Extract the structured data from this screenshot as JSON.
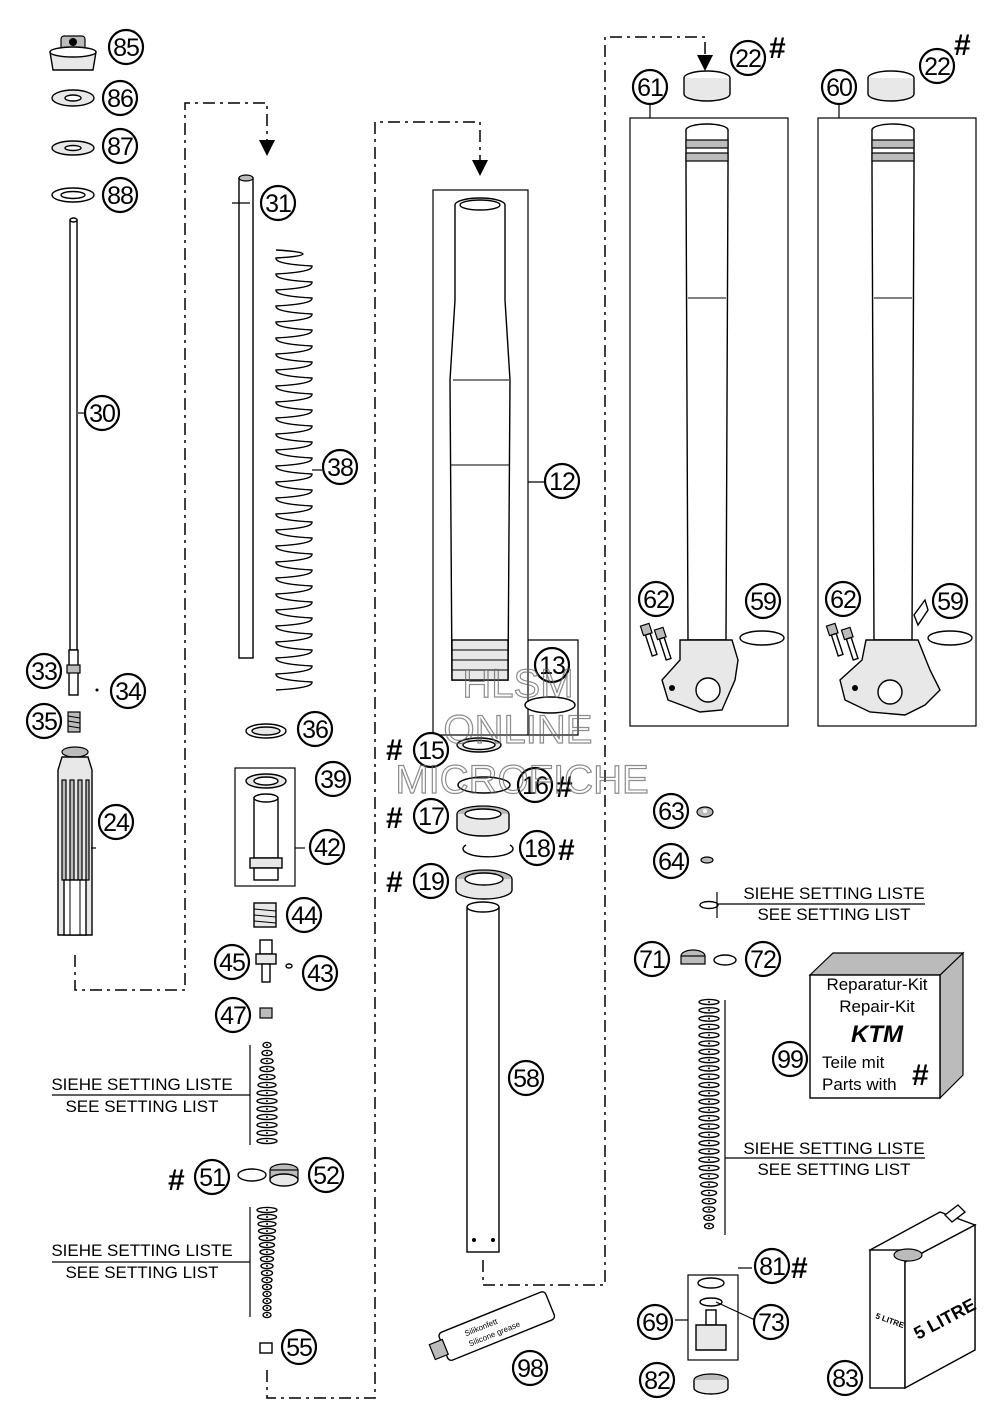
{
  "callouts": {
    "p85": "85",
    "p86": "86",
    "p87": "87",
    "p88": "88",
    "p30": "30",
    "p33": "33",
    "p34": "34",
    "p35": "35",
    "p24": "24",
    "p31": "31",
    "p38": "38",
    "p36": "36",
    "p39": "39",
    "p42": "42",
    "p44": "44",
    "p45": "45",
    "p43": "43",
    "p47": "47",
    "p51": "51",
    "p52": "52",
    "p55": "55",
    "p12": "12",
    "p13": "13",
    "p15": "15",
    "p16": "16",
    "p17": "17",
    "p18": "18",
    "p19": "19",
    "p58": "58",
    "p98": "98",
    "p61": "61",
    "p60": "60",
    "p22a": "22",
    "p22b": "22",
    "p62a": "62",
    "p62b": "62",
    "p59a": "59",
    "p59b": "59",
    "p63": "63",
    "p64": "64",
    "p71": "71",
    "p72": "72",
    "p99": "99",
    "p81": "81",
    "p73": "73",
    "p69": "69",
    "p82": "82",
    "p83": "83"
  },
  "hash_symbol": "#",
  "setting_notes": {
    "de": "SIEHE SETTING LISTE",
    "en": "SEE SETTING LIST"
  },
  "repair_kit": {
    "line1": "Reparatur-Kit",
    "line2": "Repair-Kit",
    "brand": "KTM",
    "line3": "Teile mit",
    "line4": "Parts with"
  },
  "grease_tube": {
    "line1": "Silikonfett",
    "line2": "Silicone grease"
  },
  "oil_can": {
    "label": "5 LITRE"
  },
  "watermark": {
    "line1": "HLSM",
    "line2": "ONLINE",
    "line3": "MICROFICHE"
  }
}
